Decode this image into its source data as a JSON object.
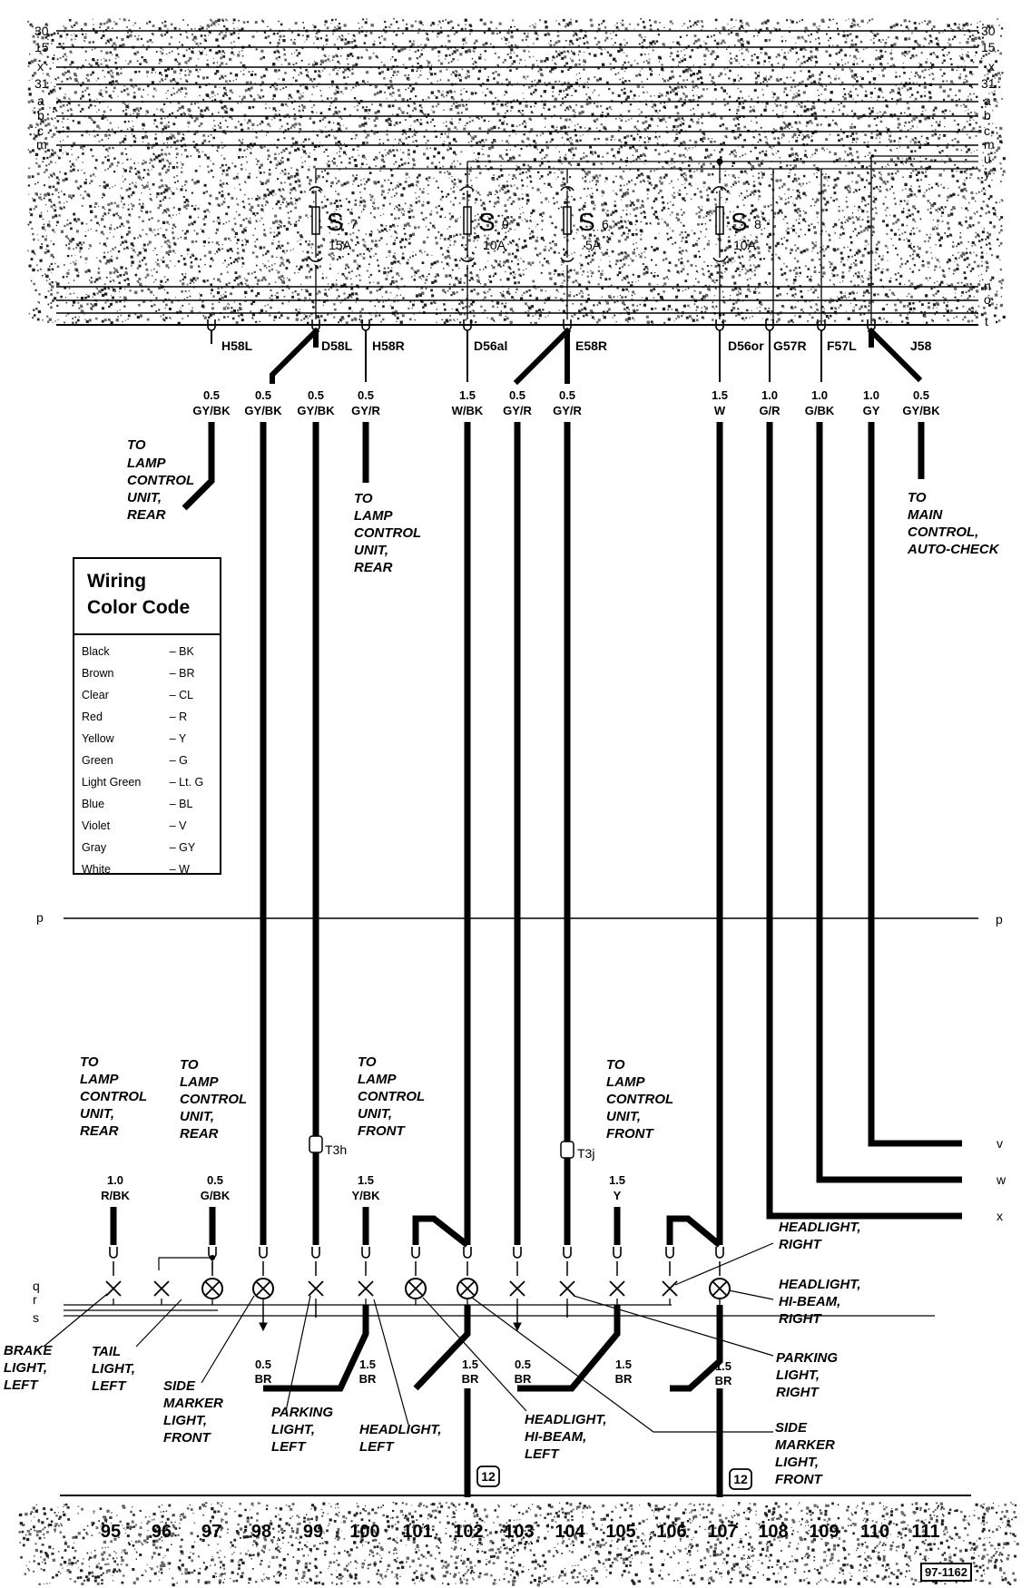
{
  "bus_labels_top": [
    "30",
    "15",
    "x",
    "31",
    "a",
    "b",
    "c",
    "m"
  ],
  "bus_labels_right": [
    "30",
    "15",
    "x",
    "31",
    "a",
    "b",
    "c",
    "m",
    "u",
    "y"
  ],
  "bus_labels_lower_right": [
    "n",
    "o",
    "t"
  ],
  "fuses": [
    {
      "name": "S",
      "sub": "7",
      "amp": "15A"
    },
    {
      "name": "S",
      "sub": "9",
      "amp": "10A"
    },
    {
      "name": "S",
      "sub": "6",
      "amp": "5A"
    },
    {
      "name": "S",
      "sub": "8",
      "amp": "10A"
    }
  ],
  "connectors": [
    "H58L",
    "D58L",
    "H58R",
    "D56al",
    "E58R",
    "D56or",
    "G57R",
    "F57L",
    "J58"
  ],
  "wires": [
    {
      "gauge": "0.5",
      "color": "GY/BK"
    },
    {
      "gauge": "0.5",
      "color": "GY/BK"
    },
    {
      "gauge": "0.5",
      "color": "GY/BK"
    },
    {
      "gauge": "0.5",
      "color": "GY/R"
    },
    {
      "gauge": "1.5",
      "color": "W/BK"
    },
    {
      "gauge": "0.5",
      "color": "GY/R"
    },
    {
      "gauge": "0.5",
      "color": "GY/R"
    },
    {
      "gauge": "1.5",
      "color": "W"
    },
    {
      "gauge": "1.0",
      "color": "G/R"
    },
    {
      "gauge": "1.0",
      "color": "G/BK"
    },
    {
      "gauge": "1.0",
      "color": "GY"
    },
    {
      "gauge": "0.5",
      "color": "GY/BK"
    }
  ],
  "notes": {
    "lamp_rear_1": [
      "TO",
      "LAMP",
      "CONTROL",
      "UNIT,",
      "REAR"
    ],
    "lamp_rear_2": [
      "TO",
      "LAMP",
      "CONTROL",
      "UNIT,",
      "REAR"
    ],
    "main_control": [
      "TO",
      "MAIN",
      "CONTROL,",
      "AUTO-CHECK"
    ],
    "lamp_rear_3": [
      "TO",
      "LAMP",
      "CONTROL",
      "UNIT,",
      "REAR"
    ],
    "lamp_rear_4": [
      "TO",
      "LAMP",
      "CONTROL",
      "UNIT,",
      "REAR"
    ],
    "lamp_front_1": [
      "TO",
      "LAMP",
      "CONTROL",
      "UNIT,",
      "FRONT"
    ],
    "lamp_front_2": [
      "TO",
      "LAMP",
      "CONTROL",
      "UNIT,",
      "FRONT"
    ]
  },
  "legend": {
    "title_line1": "Wiring",
    "title_line2": "Color Code",
    "rows": [
      {
        "name": "Black",
        "code": "– BK"
      },
      {
        "name": "Brown",
        "code": "– BR"
      },
      {
        "name": "Clear",
        "code": "– CL"
      },
      {
        "name": "Red",
        "code": "– R"
      },
      {
        "name": "Yellow",
        "code": "– Y"
      },
      {
        "name": "Green",
        "code": "– G"
      },
      {
        "name": "Light Green",
        "code": "– Lt. G"
      },
      {
        "name": "Blue",
        "code": "– BL"
      },
      {
        "name": "Violet",
        "code": "– V"
      },
      {
        "name": "Gray",
        "code": "– GY"
      },
      {
        "name": "White",
        "code": "– W"
      }
    ]
  },
  "bus_p": "p",
  "bus_vwx": [
    "v",
    "w",
    "x"
  ],
  "bus_qrs": [
    "q",
    "r",
    "s"
  ],
  "connector_t3h": "T3h",
  "connector_t3j": "T3j",
  "lower_wires": [
    {
      "gauge": "1.0",
      "color": "R/BK"
    },
    {
      "gauge": "0.5",
      "color": "G/BK"
    },
    {
      "gauge": "1.5",
      "color": "Y/BK"
    },
    {
      "gauge": "1.5",
      "color": "Y"
    }
  ],
  "ground_wires": [
    {
      "gauge": "0.5",
      "color": "BR"
    },
    {
      "gauge": "1.5",
      "color": "BR"
    },
    {
      "gauge": "1.5",
      "color": "BR"
    },
    {
      "gauge": "0.5",
      "color": "BR"
    },
    {
      "gauge": "1.5",
      "color": "BR"
    },
    {
      "gauge": "1.5",
      "color": "BR"
    }
  ],
  "components": {
    "brake_left": [
      "BRAKE",
      "LIGHT,",
      "LEFT"
    ],
    "tail_left": [
      "TAIL",
      "LIGHT,",
      "LEFT"
    ],
    "side_marker_front_l": [
      "SIDE",
      "MARKER",
      "LIGHT,",
      "FRONT"
    ],
    "parking_left": [
      "PARKING",
      "LIGHT,",
      "LEFT"
    ],
    "headlight_left": [
      "HEADLIGHT,",
      "LEFT"
    ],
    "hibeam_left": [
      "HEADLIGHT,",
      "HI-BEAM,",
      "LEFT"
    ],
    "side_marker_front_r": [
      "SIDE",
      "MARKER",
      "LIGHT,",
      "FRONT"
    ],
    "headlight_right": [
      "HEADLIGHT,",
      "RIGHT"
    ],
    "hibeam_right": [
      "HEADLIGHT,",
      "HI-BEAM,",
      "RIGHT"
    ],
    "parking_right": [
      "PARKING",
      "LIGHT,",
      "RIGHT"
    ]
  },
  "ground_ref": "12",
  "columns": [
    "95",
    "96",
    "97",
    "98",
    "99",
    "100",
    "101",
    "102",
    "103",
    "104",
    "105",
    "106",
    "107",
    "108",
    "109",
    "110",
    "111"
  ],
  "ref_stamp": "97-1162"
}
